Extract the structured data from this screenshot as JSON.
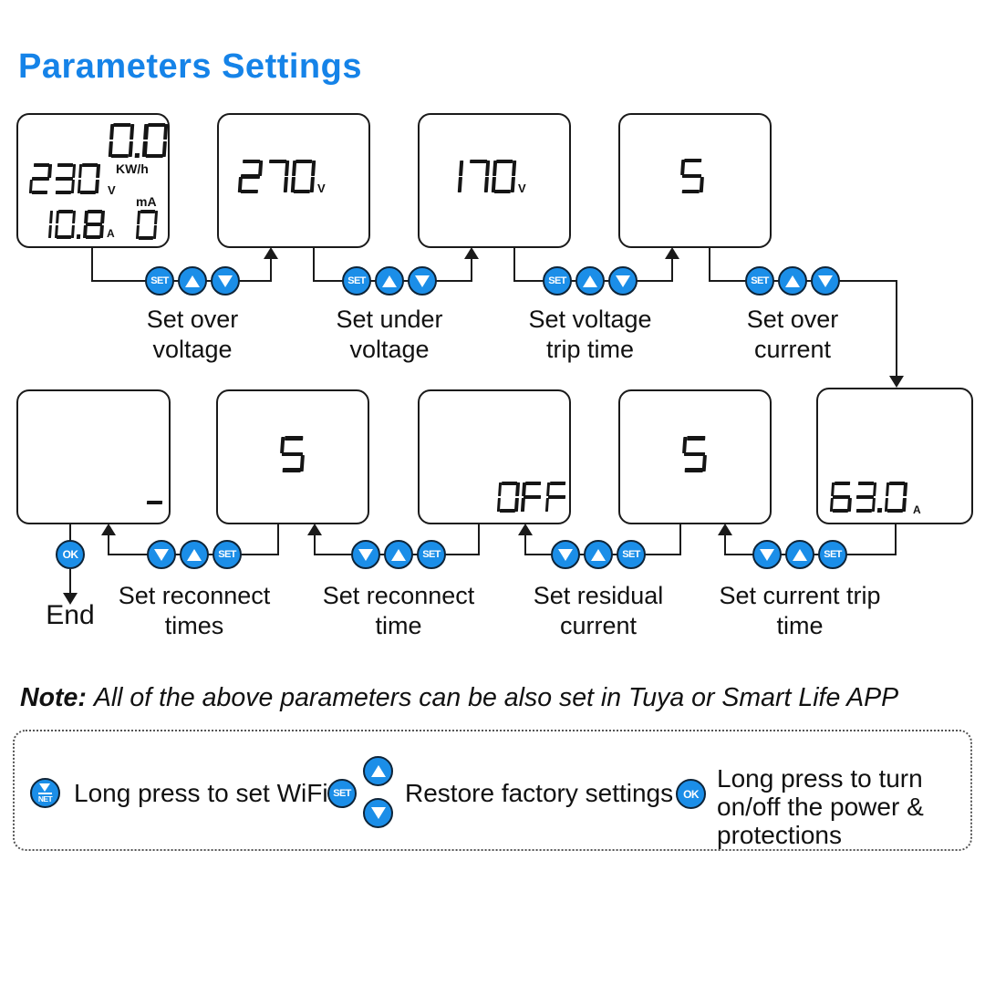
{
  "title": "Parameters Settings",
  "colors": {
    "accent": "#1583e8",
    "button_blue": "#1b8ee8",
    "line": "#1a1a1a"
  },
  "buttons": {
    "set": "SET",
    "ok": "OK",
    "net": "NET"
  },
  "home_screen": {
    "energy": "0.0",
    "energy_unit": "KW/h",
    "voltage": "230",
    "voltage_unit": "V",
    "residual_unit": "mA",
    "residual": "0",
    "current": "10.8",
    "current_unit": "A"
  },
  "steps": [
    {
      "id": "over_voltage",
      "label": "Set over voltage",
      "value": "270",
      "unit": "V"
    },
    {
      "id": "under_voltage",
      "label": "Set under voltage",
      "value": "170",
      "unit": "V"
    },
    {
      "id": "voltage_trip_time",
      "label": "Set voltage trip time",
      "value": "5",
      "unit": ""
    },
    {
      "id": "over_current",
      "label": "Set over current",
      "value": "63.0",
      "unit": "A"
    },
    {
      "id": "current_trip_time",
      "label": "Set current trip time",
      "value": "5",
      "unit": ""
    },
    {
      "id": "residual_current",
      "label": "Set residual current",
      "value": "OFF",
      "unit": ""
    },
    {
      "id": "reconnect_time",
      "label": "Set reconnect time",
      "value": "5",
      "unit": ""
    },
    {
      "id": "reconnect_times",
      "label": "Set reconnect times",
      "value": "-",
      "unit": ""
    }
  ],
  "end_label": "End",
  "note_prefix": "Note:",
  "note_text": "All of the above parameters can be also set in Tuya or Smart Life APP",
  "legend": {
    "wifi_text": "Long press to set WiFi",
    "restore_text": "Restore factory settings",
    "power_text": "Long press to turn on/off the power & protections"
  }
}
